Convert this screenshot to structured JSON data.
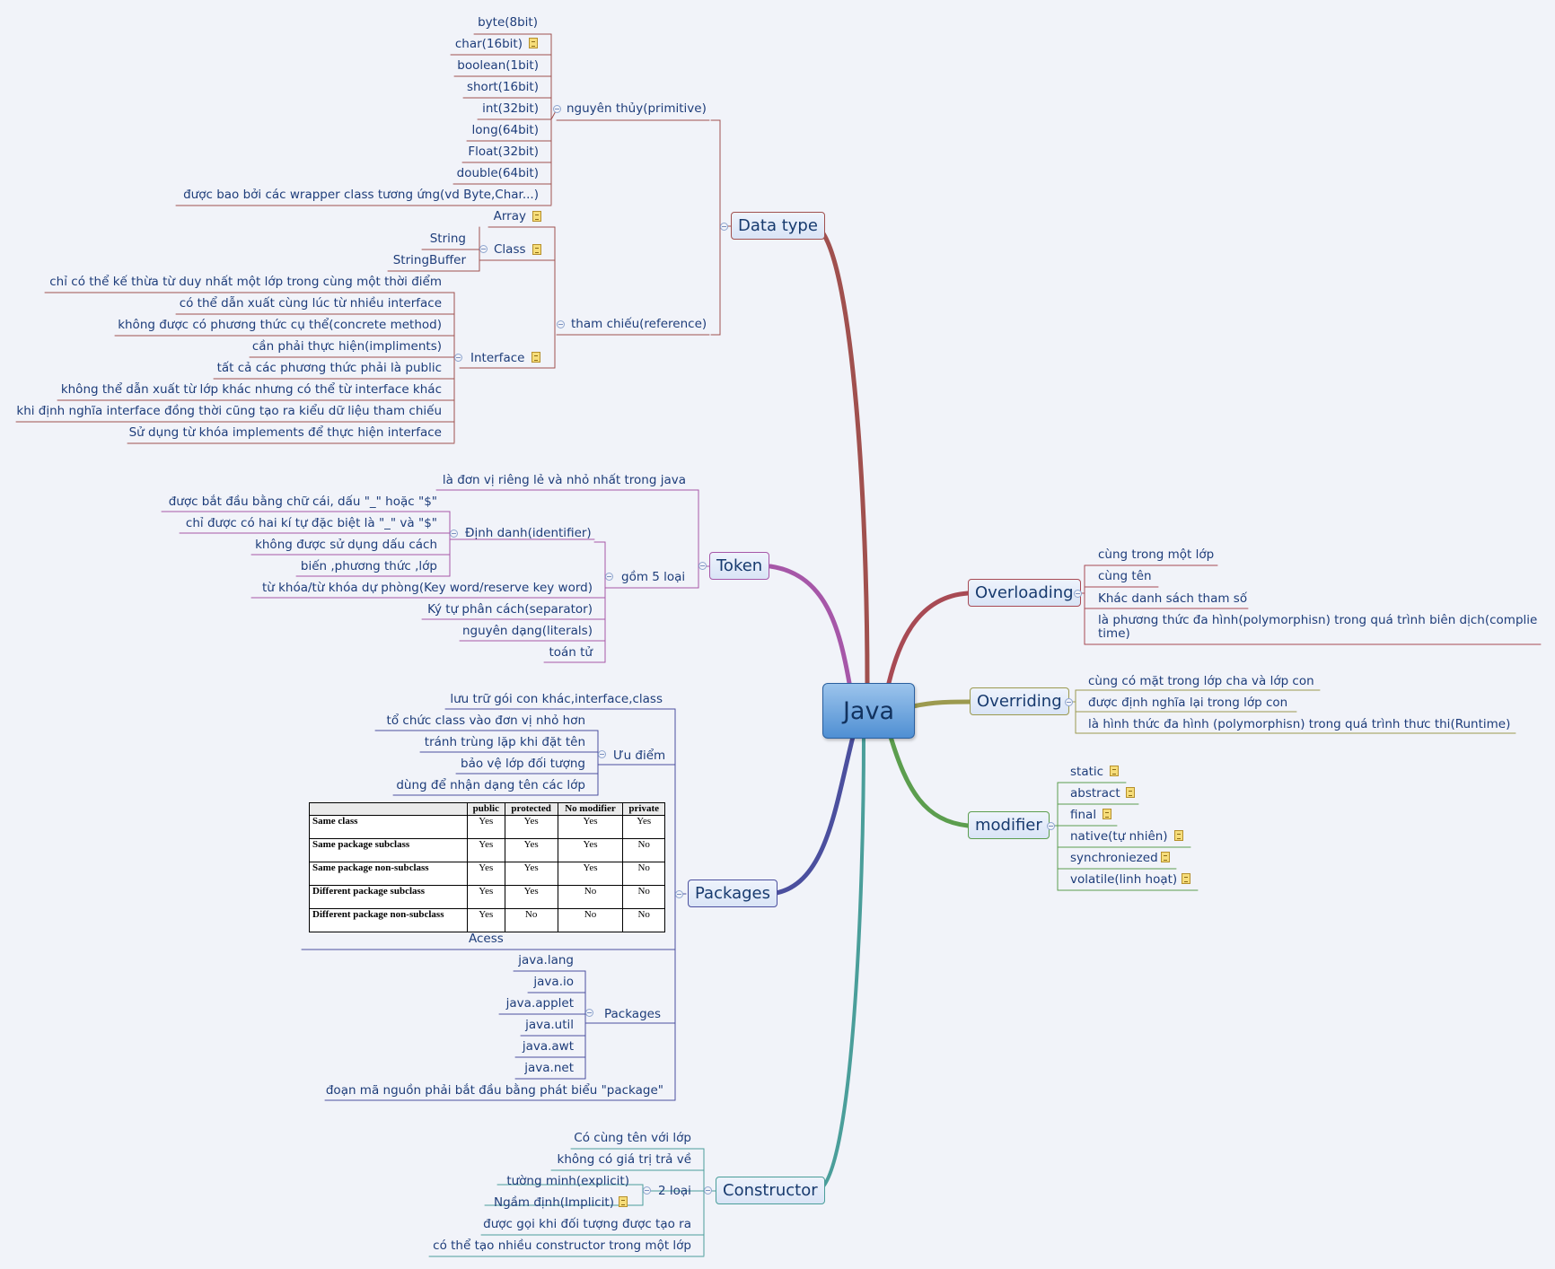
{
  "root": "Java",
  "data_type": {
    "title": "Data type",
    "primitive": {
      "label": "nguyên thủy(primitive)",
      "items": [
        "byte(8bit)",
        "char(16bit)",
        "boolean(1bit)",
        "short(16bit)",
        "int(32bit)",
        "long(64bit)",
        "Float(32bit)",
        "double(64bit)",
        "được bao bởi các wrapper class tương ứng(vd Byte,Char...)"
      ]
    },
    "reference": {
      "label": "tham chiếu(reference)",
      "array": "Array",
      "class": {
        "label": "Class",
        "items": [
          "String",
          "StringBuffer"
        ]
      },
      "interface": {
        "label": "Interface",
        "items": [
          "chỉ có thể kế thừa từ duy nhất một lớp trong cùng một thời điểm",
          "có thể dẫn xuất cùng lúc từ nhiều interface",
          "không được có phương thức cụ thể(concrete method)",
          "cần phải thực hiện(impliments)",
          "tất cả các phương thức phải là public",
          "không thể dẫn xuất từ lớp khác nhưng có thể từ interface khác",
          "khi định nghĩa interface đồng thời cũng tạo ra kiểu dữ liệu tham chiếu",
          "Sử dụng từ khóa implements để thực hiện interface"
        ]
      }
    }
  },
  "token": {
    "title": "Token",
    "def": "là đơn vị riêng lẻ và nhỏ nhất trong java",
    "types": {
      "label": "gồm 5 loại",
      "identifier": {
        "label": "Định danh(identifier)",
        "items": [
          "được bắt đầu bằng chữ cái, dấu \"_\" hoặc \"$\"",
          "chỉ được có hai kí tự đặc biệt là \"_\" và \"$\"",
          "không được sử dụng dấu cách",
          "biến ,phương thức ,lớp"
        ]
      },
      "others": [
        "từ khóa/từ khóa dự phòng(Key word/reserve key word)",
        "Ký tự phân cách(separator)",
        "nguyên dạng(literals)",
        "toán tử"
      ]
    }
  },
  "packages": {
    "title": "Packages",
    "store": "lưu trữ gói con khác,interface,class",
    "advantages": {
      "label": "Ưu điểm",
      "items": [
        "tổ chức class vào đơn vị nhỏ hơn",
        "tránh trùng lặp khi đặt tên",
        "bảo vệ lớp đối tượng",
        "dùng để nhận dạng tên các lớp"
      ]
    },
    "access_table": {
      "headers": [
        "",
        "public",
        "protected",
        "No modifier",
        "private"
      ],
      "rows": [
        [
          "Same class",
          "Yes",
          "Yes",
          "Yes",
          "Yes"
        ],
        [
          "Same package subclass",
          "Yes",
          "Yes",
          "Yes",
          "No"
        ],
        [
          "Same package non-subclass",
          "Yes",
          "Yes",
          "Yes",
          "No"
        ],
        [
          "Different package subclass",
          "Yes",
          "Yes",
          "No",
          "No"
        ],
        [
          "Different package non-subclass",
          "Yes",
          "No",
          "No",
          "No"
        ]
      ],
      "caption": "Acess"
    },
    "pkgs": {
      "label": "Packages",
      "items": [
        "java.lang",
        "java.io",
        "java.applet",
        "java.util",
        "java.awt",
        "java.net"
      ]
    },
    "start": "đoạn mã nguồn phải bắt đầu bằng phát biểu \"package\""
  },
  "constructor": {
    "title": "Constructor",
    "same_name": "Có cùng tên với lớp",
    "no_return": "không có giá trị trả về",
    "kinds": {
      "label": "2 loại",
      "items": [
        "tường minh(explicit)",
        "Ngầm định(Implicit)"
      ]
    },
    "called": "được gọi khi đối tượng được tạo ra",
    "many": "có thể tạo nhiều constructor trong một lớp"
  },
  "overloading": {
    "title": "Overloading",
    "items": [
      "cùng trong một lớp",
      "cùng tên",
      "Khác danh sách tham số",
      "là phương thức đa hình(polymorphisn) trong quá trình biên dịch(complie",
      "time)"
    ]
  },
  "overriding": {
    "title": "Overriding",
    "items": [
      "cùng có mặt trong lớp cha và lớp con",
      "được định nghĩa lại trong lớp con",
      "là hình thức đa hình (polymorphisn) trong quá trình thưc thi(Runtime)"
    ]
  },
  "modifier": {
    "title": "modifier",
    "items": [
      "static",
      "abstract",
      "final",
      "native(tự nhiên)",
      "synchroniezed",
      "volatile(linh hoạt)"
    ]
  },
  "colors": {
    "data_type": "#a0504e",
    "token": "#a657a8",
    "packages": "#4b4f9e",
    "constructor": "#4a9e9a",
    "overloading": "#a84a54",
    "overriding": "#9c9a4f",
    "modifier": "#5c9e4e"
  }
}
